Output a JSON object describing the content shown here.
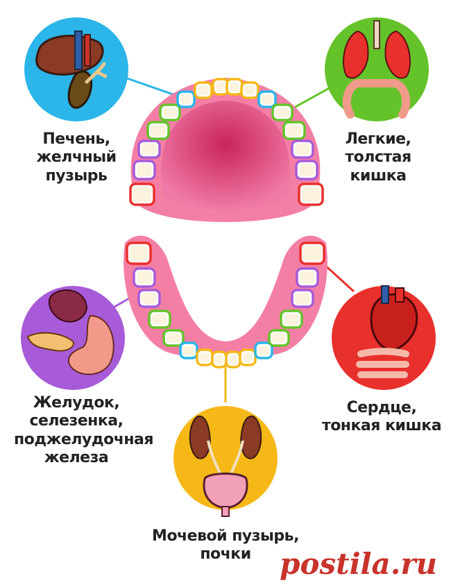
{
  "labels": {
    "liver": [
      "Печень,",
      "желчный",
      "пузырь"
    ],
    "lungs": [
      "Легкие,",
      "толстая",
      "кишка"
    ],
    "stomach": [
      "Желудок,",
      "селезенка,",
      "поджелудочная",
      "железа"
    ],
    "heart": [
      "Сердце,",
      "тонкая кишка"
    ],
    "bladder": [
      "Мочевой пузырь,",
      "почки"
    ]
  },
  "watermark": "postila.ru",
  "colors": {
    "blue": "#2bb5e8",
    "green": "#64c32a",
    "purple": "#a75bd8",
    "red": "#e8302c",
    "yellow": "#f5b817",
    "gum": "#f47fa4",
    "palate": "#d8346a",
    "tooth": "#fbf3dd"
  },
  "icons": {
    "liver": "liver-gallbladder-icon",
    "lungs": "lungs-intestine-icon",
    "stomach": "stomach-spleen-pancreas-icon",
    "heart": "heart-small-intestine-icon",
    "bladder": "bladder-kidneys-icon"
  }
}
